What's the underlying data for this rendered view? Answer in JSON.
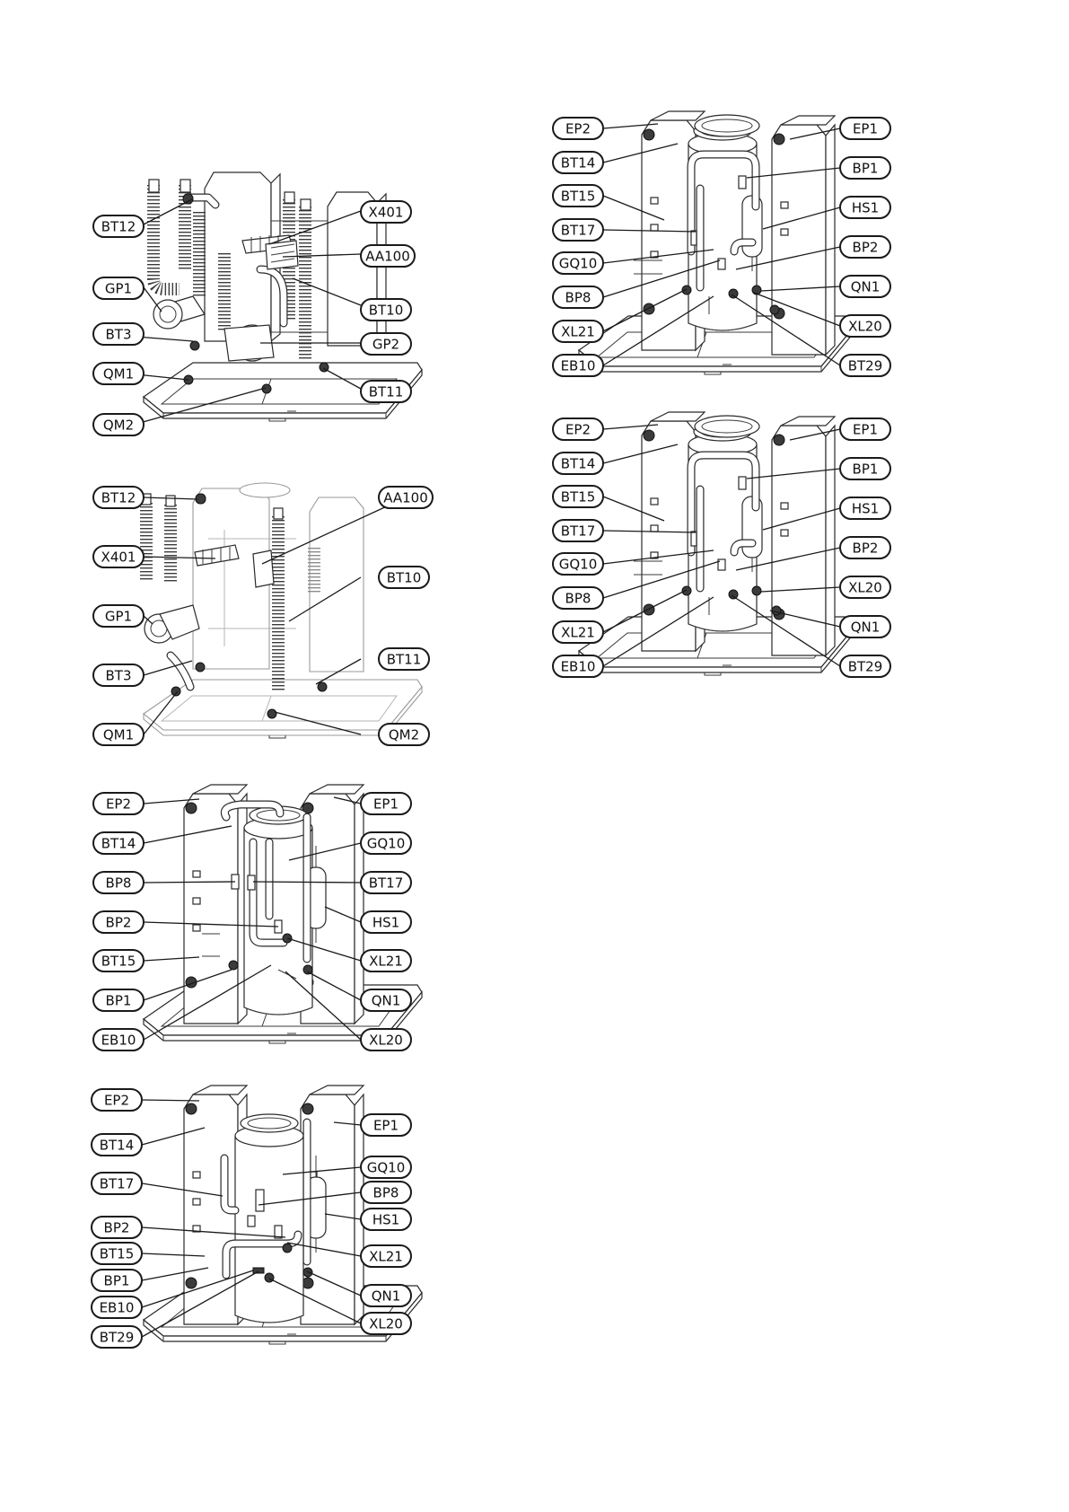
{
  "diagrams": [
    {
      "id": "d1",
      "labels": [
        {
          "key": "bt12",
          "text": "BT12"
        },
        {
          "key": "x401",
          "text": "X401"
        },
        {
          "key": "aa100",
          "text": "AA100"
        },
        {
          "key": "gp1",
          "text": "GP1"
        },
        {
          "key": "bt10",
          "text": "BT10"
        },
        {
          "key": "bt3",
          "text": "BT3"
        },
        {
          "key": "gp2",
          "text": "GP2"
        },
        {
          "key": "qm1",
          "text": "QM1"
        },
        {
          "key": "bt11",
          "text": "BT11"
        },
        {
          "key": "qm2",
          "text": "QM2"
        }
      ]
    },
    {
      "id": "d2",
      "labels": [
        {
          "key": "bt12",
          "text": "BT12"
        },
        {
          "key": "aa100",
          "text": "AA100"
        },
        {
          "key": "x401",
          "text": "X401"
        },
        {
          "key": "bt10",
          "text": "BT10"
        },
        {
          "key": "gp1",
          "text": "GP1"
        },
        {
          "key": "bt11",
          "text": "BT11"
        },
        {
          "key": "bt3",
          "text": "BT3"
        },
        {
          "key": "qm1",
          "text": "QM1"
        },
        {
          "key": "qm2",
          "text": "QM2"
        }
      ]
    },
    {
      "id": "d3",
      "labels": [
        {
          "key": "ep2",
          "text": "EP2"
        },
        {
          "key": "ep1",
          "text": "EP1"
        },
        {
          "key": "bt14",
          "text": "BT14"
        },
        {
          "key": "gq10",
          "text": "GQ10"
        },
        {
          "key": "bp8",
          "text": "BP8"
        },
        {
          "key": "bt17",
          "text": "BT17"
        },
        {
          "key": "bp2",
          "text": "BP2"
        },
        {
          "key": "hs1",
          "text": "HS1"
        },
        {
          "key": "bt15",
          "text": "BT15"
        },
        {
          "key": "xl21",
          "text": "XL21"
        },
        {
          "key": "bp1",
          "text": "BP1"
        },
        {
          "key": "qn1",
          "text": "QN1"
        },
        {
          "key": "eb10",
          "text": "EB10"
        },
        {
          "key": "xl20",
          "text": "XL20"
        }
      ]
    },
    {
      "id": "d4",
      "labels": [
        {
          "key": "ep2",
          "text": "EP2"
        },
        {
          "key": "ep1",
          "text": "EP1"
        },
        {
          "key": "bt14",
          "text": "BT14"
        },
        {
          "key": "gq10",
          "text": "GQ10"
        },
        {
          "key": "bp8",
          "text": "BP8"
        },
        {
          "key": "bt17",
          "text": "BT17"
        },
        {
          "key": "hs1",
          "text": "HS1"
        },
        {
          "key": "bp2",
          "text": "BP2"
        },
        {
          "key": "xl21",
          "text": "XL21"
        },
        {
          "key": "bt15",
          "text": "BT15"
        },
        {
          "key": "bp1",
          "text": "BP1"
        },
        {
          "key": "qn1",
          "text": "QN1"
        },
        {
          "key": "eb10",
          "text": "EB10"
        },
        {
          "key": "xl20",
          "text": "XL20"
        },
        {
          "key": "bt29",
          "text": "BT29"
        }
      ]
    },
    {
      "id": "d5",
      "labels": [
        {
          "key": "ep2",
          "text": "EP2"
        },
        {
          "key": "ep1",
          "text": "EP1"
        },
        {
          "key": "bt14",
          "text": "BT14"
        },
        {
          "key": "bp1",
          "text": "BP1"
        },
        {
          "key": "bt15",
          "text": "BT15"
        },
        {
          "key": "hs1",
          "text": "HS1"
        },
        {
          "key": "bt17",
          "text": "BT17"
        },
        {
          "key": "bp2",
          "text": "BP2"
        },
        {
          "key": "gq10",
          "text": "GQ10"
        },
        {
          "key": "qn1",
          "text": "QN1"
        },
        {
          "key": "bp8",
          "text": "BP8"
        },
        {
          "key": "xl20",
          "text": "XL20"
        },
        {
          "key": "xl21",
          "text": "XL21"
        },
        {
          "key": "bt29",
          "text": "BT29"
        },
        {
          "key": "eb10",
          "text": "EB10"
        }
      ]
    },
    {
      "id": "d6",
      "labels": [
        {
          "key": "ep2",
          "text": "EP2"
        },
        {
          "key": "ep1",
          "text": "EP1"
        },
        {
          "key": "bt14",
          "text": "BT14"
        },
        {
          "key": "bp1",
          "text": "BP1"
        },
        {
          "key": "bt15",
          "text": "BT15"
        },
        {
          "key": "hs1",
          "text": "HS1"
        },
        {
          "key": "bt17",
          "text": "BT17"
        },
        {
          "key": "bp2",
          "text": "BP2"
        },
        {
          "key": "gq10",
          "text": "GQ10"
        },
        {
          "key": "xl20",
          "text": "XL20"
        },
        {
          "key": "bp8",
          "text": "BP8"
        },
        {
          "key": "qn1",
          "text": "QN1"
        },
        {
          "key": "xl21",
          "text": "XL21"
        },
        {
          "key": "bt29",
          "text": "BT29"
        },
        {
          "key": "eb10",
          "text": "EB10"
        }
      ]
    }
  ]
}
